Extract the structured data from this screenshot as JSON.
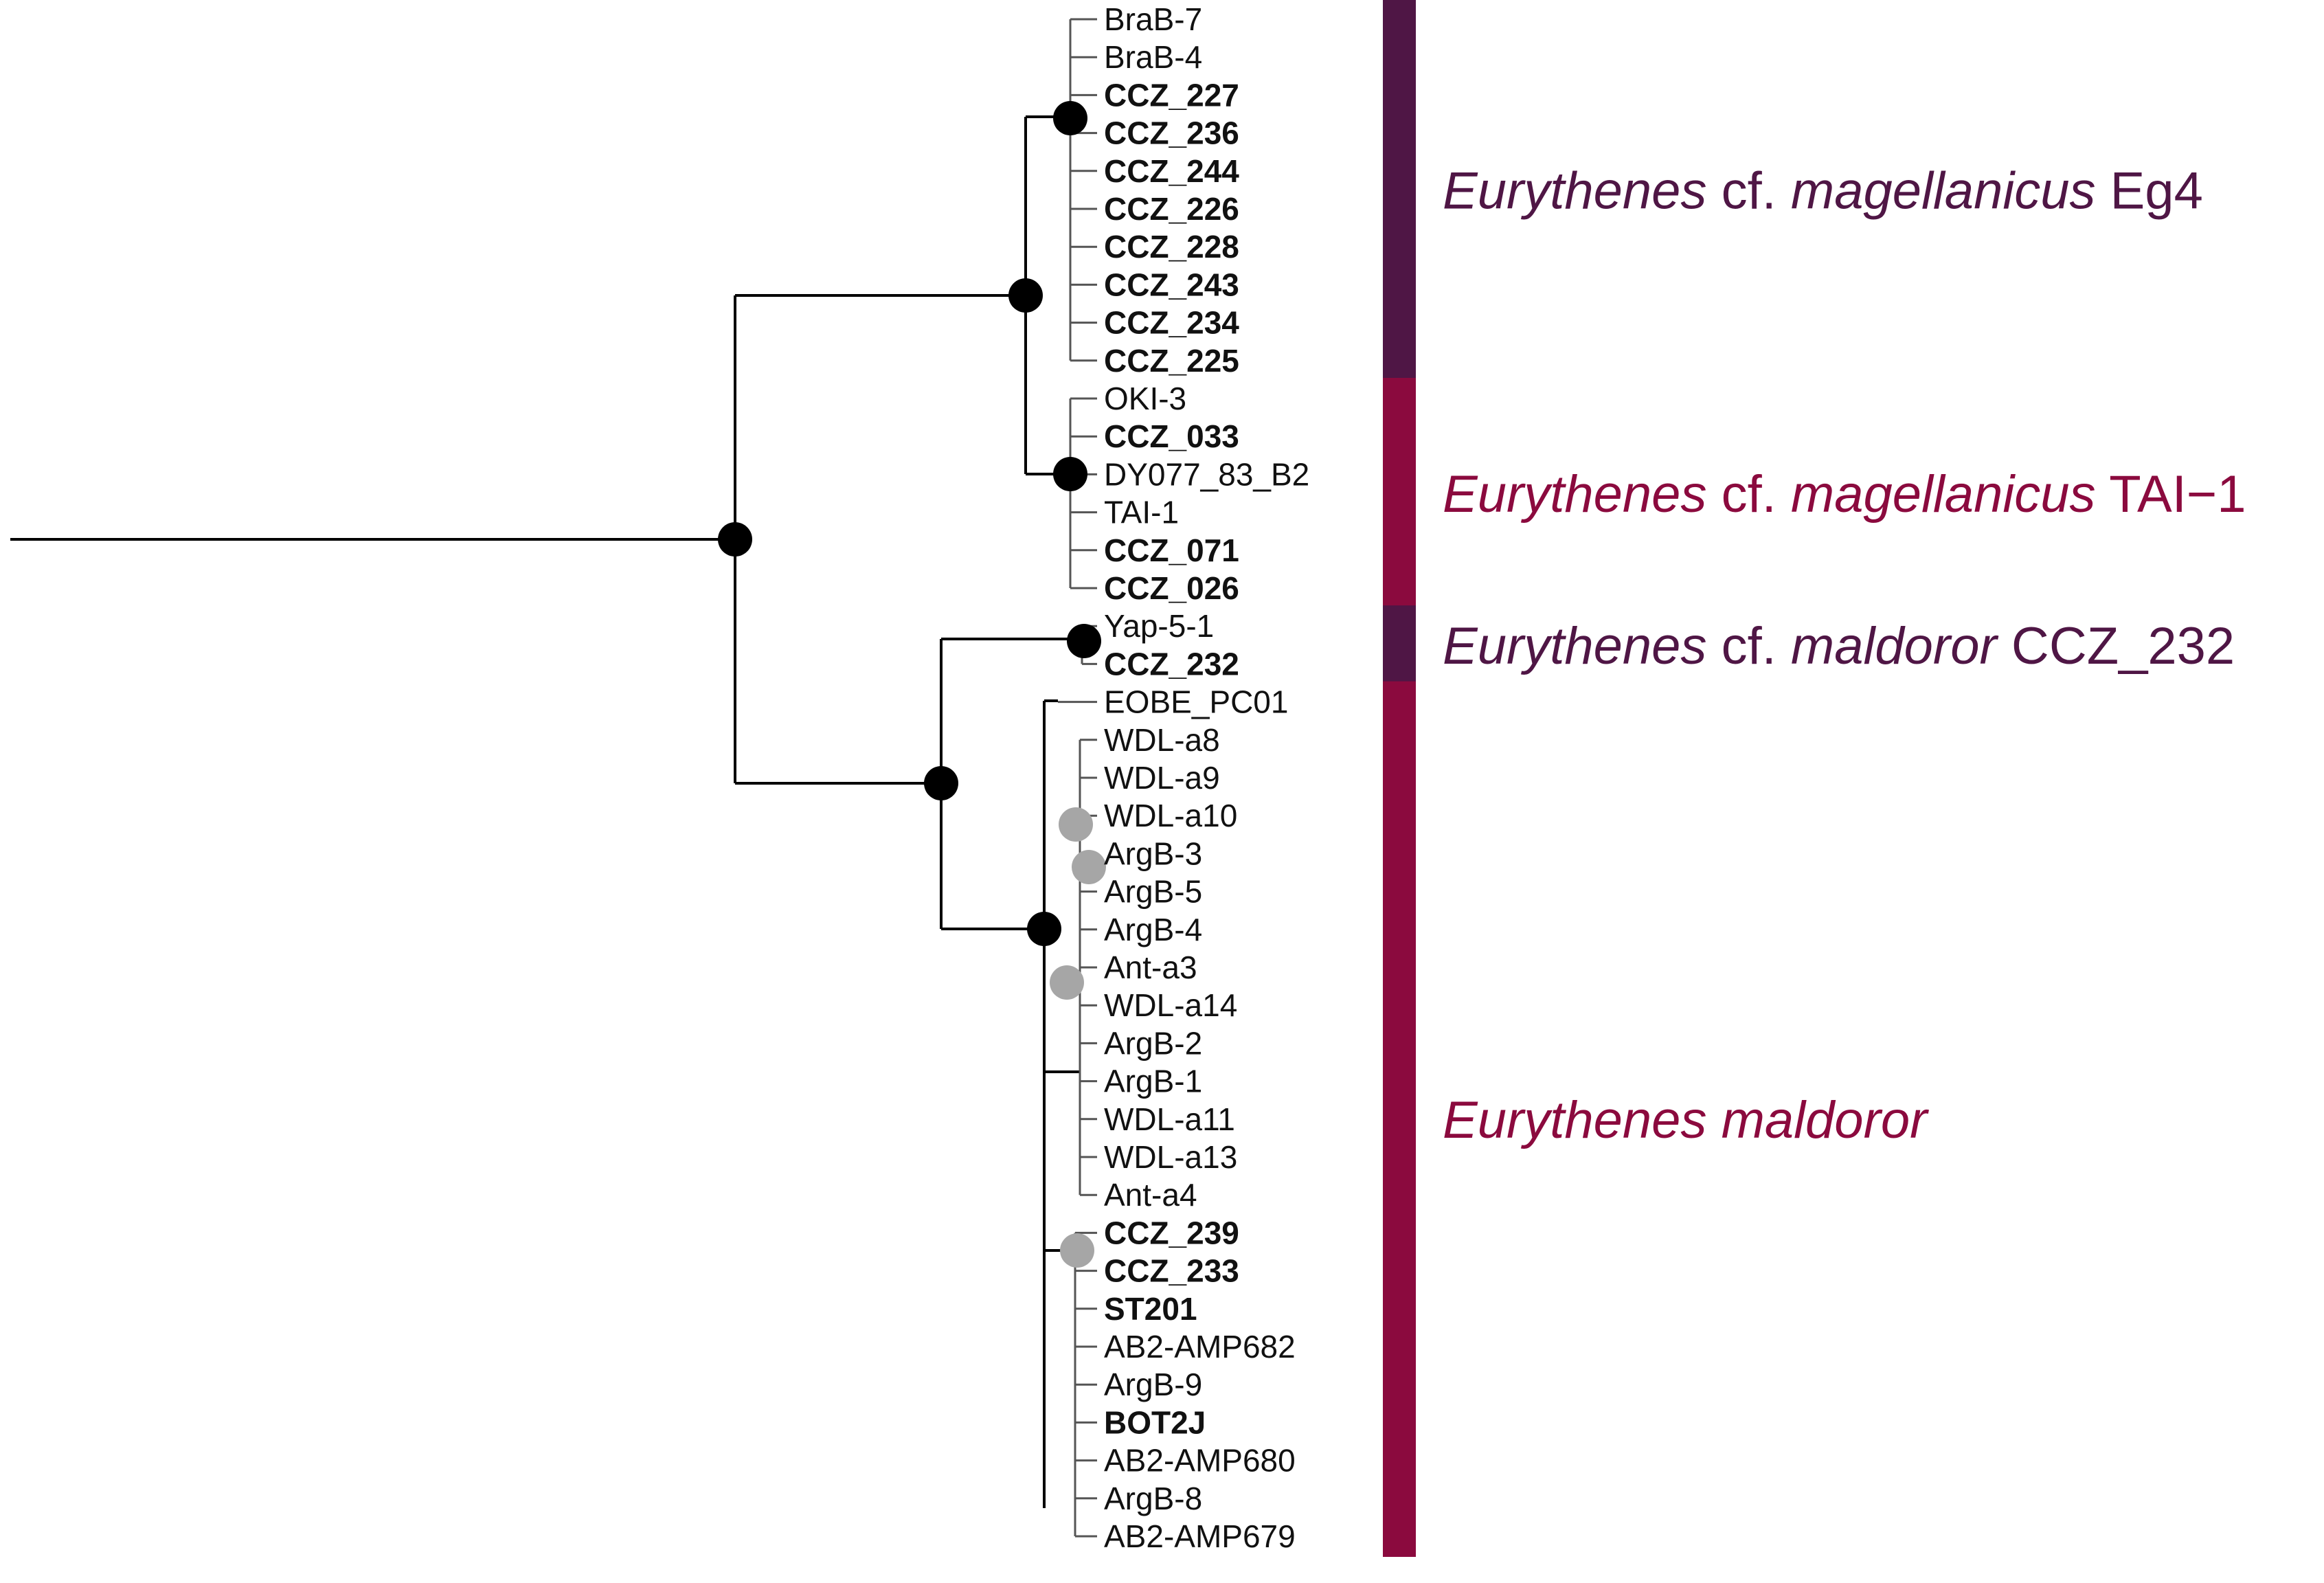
{
  "colors": {
    "dark_purple": "#4f1645",
    "crimson": "#8b0a3e",
    "node_black": "#000000",
    "node_grey": "#a6a6a6"
  },
  "tips": [
    {
      "label": "BraB-7",
      "bold": false
    },
    {
      "label": "BraB-4",
      "bold": false
    },
    {
      "label": "CCZ_227",
      "bold": true
    },
    {
      "label": "CCZ_236",
      "bold": true
    },
    {
      "label": "CCZ_244",
      "bold": true
    },
    {
      "label": "CCZ_226",
      "bold": true
    },
    {
      "label": "CCZ_228",
      "bold": true
    },
    {
      "label": "CCZ_243",
      "bold": true
    },
    {
      "label": "CCZ_234",
      "bold": true
    },
    {
      "label": "CCZ_225",
      "bold": true
    },
    {
      "label": "OKI-3",
      "bold": false
    },
    {
      "label": "CCZ_033",
      "bold": true
    },
    {
      "label": "DY077_83_B2",
      "bold": false
    },
    {
      "label": "TAI-1",
      "bold": false
    },
    {
      "label": "CCZ_071",
      "bold": true
    },
    {
      "label": "CCZ_026",
      "bold": true
    },
    {
      "label": "Yap-5-1",
      "bold": false
    },
    {
      "label": "CCZ_232",
      "bold": true
    },
    {
      "label": "EOBE_PC01",
      "bold": false
    },
    {
      "label": "WDL-a8",
      "bold": false
    },
    {
      "label": "WDL-a9",
      "bold": false
    },
    {
      "label": "WDL-a10",
      "bold": false
    },
    {
      "label": "ArgB-3",
      "bold": false
    },
    {
      "label": "ArgB-5",
      "bold": false
    },
    {
      "label": "ArgB-4",
      "bold": false
    },
    {
      "label": "Ant-a3",
      "bold": false
    },
    {
      "label": "WDL-a14",
      "bold": false
    },
    {
      "label": "ArgB-2",
      "bold": false
    },
    {
      "label": "ArgB-1",
      "bold": false
    },
    {
      "label": "WDL-a11",
      "bold": false
    },
    {
      "label": "WDL-a13",
      "bold": false
    },
    {
      "label": "Ant-a4",
      "bold": false
    },
    {
      "label": "CCZ_239",
      "bold": true
    },
    {
      "label": "CCZ_233",
      "bold": true
    },
    {
      "label": "ST201",
      "bold": true
    },
    {
      "label": "AB2-AMP682",
      "bold": false
    },
    {
      "label": "ArgB-9",
      "bold": false
    },
    {
      "label": "BOT2J",
      "bold": true
    },
    {
      "label": "AB2-AMP680",
      "bold": false
    },
    {
      "label": "ArgB-8",
      "bold": false
    },
    {
      "label": "AB2-AMP679",
      "bold": false
    }
  ],
  "clades": [
    {
      "genus": "Eurythenes",
      "qualifier": " cf. ",
      "species": "magellanicus",
      "suffix": " Eg4",
      "color": "#4f1645",
      "first_tip": 0,
      "last_tip": 9
    },
    {
      "genus": "Eurythenes",
      "qualifier": " cf. ",
      "species": "magellanicus",
      "suffix": " TAI−1",
      "color": "#8b0a3e",
      "first_tip": 10,
      "last_tip": 15
    },
    {
      "genus": "Eurythenes",
      "qualifier": " cf. ",
      "species": "maldoror",
      "suffix": " CCZ_232",
      "color": "#4f1645",
      "first_tip": 16,
      "last_tip": 17
    },
    {
      "genus": "Eurythenes",
      "qualifier": " ",
      "species": "maldoror",
      "suffix": "",
      "color": "#8b0a3e",
      "first_tip": 18,
      "last_tip": 40
    }
  ]
}
